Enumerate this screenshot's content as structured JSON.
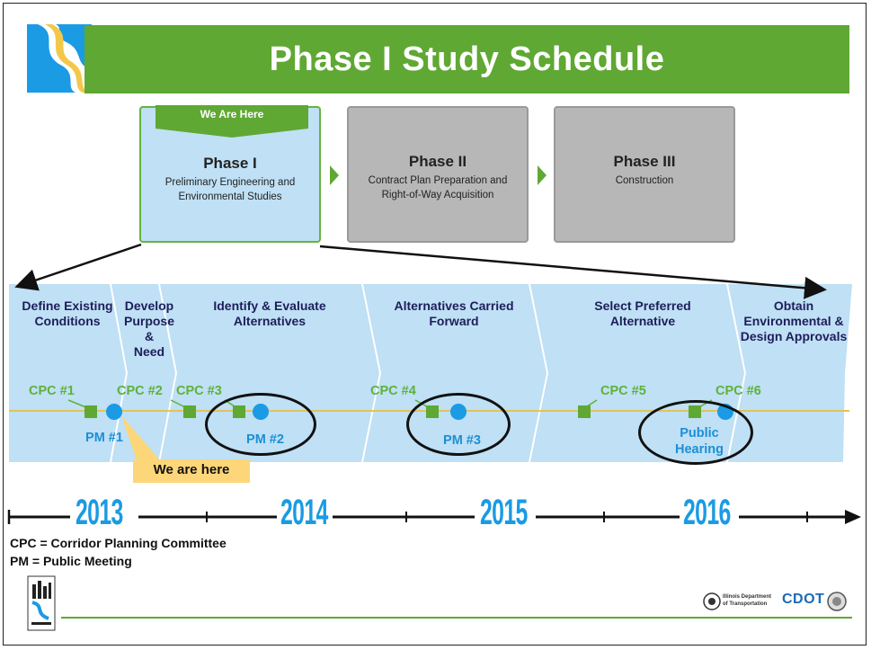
{
  "title": "Phase I Study Schedule",
  "banner": "We Are Here",
  "phases": [
    {
      "name": "Phase I",
      "desc1": "Preliminary Engineering and",
      "desc2": "Environmental Studies"
    },
    {
      "name": "Phase II",
      "desc1": "Contract Plan Preparation and",
      "desc2": "Right-of-Way Acquisition"
    },
    {
      "name": "Phase III",
      "desc1": "Construction",
      "desc2": ""
    }
  ],
  "stages": {
    "s1": {
      "l1": "Define Existing",
      "l2": "Conditions"
    },
    "s2": {
      "l1": "Develop",
      "l2": "Purpose",
      "l3": "&",
      "l4": "Need"
    },
    "s3": {
      "l1": "Identify & Evaluate",
      "l2": "Alternatives"
    },
    "s4": {
      "l1": "Alternatives Carried",
      "l2": "Forward"
    },
    "s5": {
      "l1": "Select Preferred",
      "l2": "Alternative"
    },
    "s6": {
      "l1": "Obtain",
      "l2": "Environmental &",
      "l3": "Design Approvals"
    }
  },
  "cpc": [
    "CPC #1",
    "CPC #2",
    "CPC #3",
    "CPC #4",
    "CPC #5",
    "CPC #6"
  ],
  "pm": {
    "pm1": "PM #1",
    "pm2": "PM #2",
    "pm3": "PM #3",
    "hearing1": "Public",
    "hearing2": "Hearing"
  },
  "we_are_here": "We are here",
  "years": [
    "2013",
    "2014",
    "2015",
    "2016"
  ],
  "legend": {
    "cpc": "CPC = Corridor Planning Committee",
    "pm": "PM  = Public Meeting"
  },
  "footer": {
    "idot1": "Illinois Department",
    "idot2": "of Transportation",
    "cdot": "CDOT"
  },
  "colors": {
    "green": "#5fa833",
    "lightblue": "#bfe0f5",
    "blue": "#1a9be3",
    "gray": "#b7b7b7"
  }
}
